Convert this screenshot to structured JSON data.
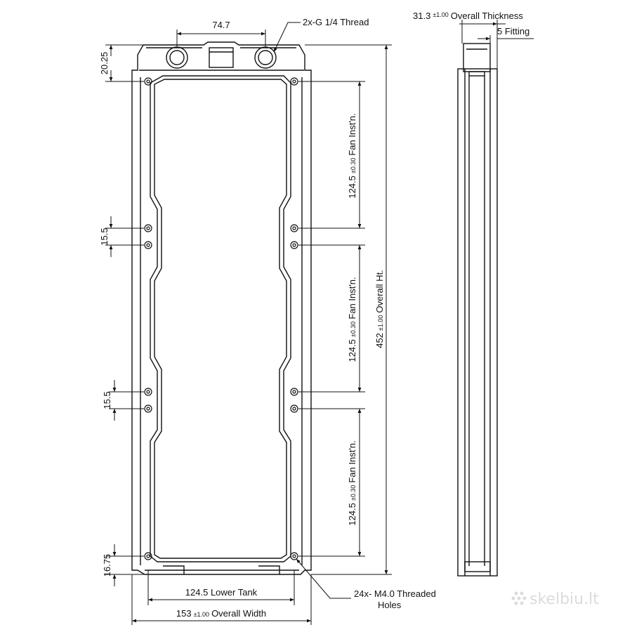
{
  "dimensions": {
    "port_spacing": "74.7",
    "thread": "2x-G 1/4 Thread",
    "top_offset": "20.25",
    "overall_thickness_value": "31.3",
    "overall_thickness_tol": "±1.00",
    "overall_thickness_label": "Overall Thickness",
    "fitting": "5 Fitting",
    "hole_gap_1": "15.5",
    "hole_gap_2": "15.5",
    "bottom_offset": "16.75",
    "fan_value": "124.5",
    "fan_tol": "±0.30",
    "fan_label": "Fan Inst'n.",
    "overall_height_value": "452",
    "overall_height_tol": "±1.00",
    "overall_height_label": "Overall Ht.",
    "lower_tank": "124.5 Lower Tank",
    "overall_width_value": "153",
    "overall_width_tol": "±1.00",
    "overall_width_label": "Overall Width",
    "holes_line1": "24x- M4.0 Threaded",
    "holes_line2": "Holes"
  },
  "watermark": "skelbiu.lt"
}
